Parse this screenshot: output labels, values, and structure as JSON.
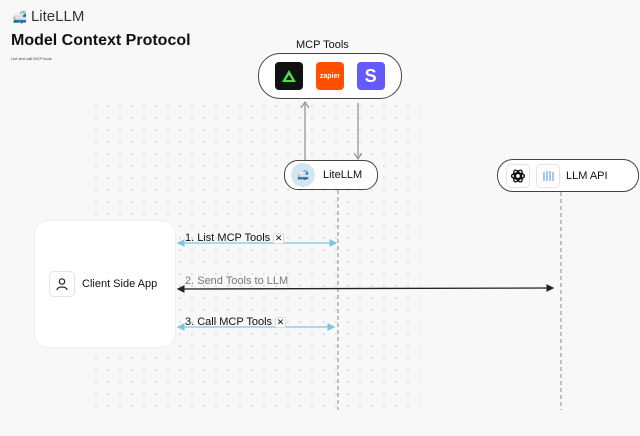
{
  "brand": {
    "name": "LiteLLM",
    "icon": "train-logo-icon"
  },
  "header": {
    "title": "Model Context Protocol",
    "subtitle": "List and call MCP tools"
  },
  "mcp_tools": {
    "label": "MCP Tools",
    "tools": [
      {
        "icon": "triangle-logo-icon",
        "color": "#111111"
      },
      {
        "name": "zapier",
        "color": "#ff4f00"
      },
      {
        "name": "S",
        "color": "#635bff"
      }
    ]
  },
  "nodes": {
    "litellm": "LiteLLM",
    "llm_api": "LLM API",
    "client": "Client Side App"
  },
  "messages": [
    {
      "label": "1. List MCP Tools",
      "icon": "tools-icon",
      "color": "#7cc4e4"
    },
    {
      "label": "2. Send Tools to LLM",
      "color": "#222222"
    },
    {
      "label": "3. Call MCP Tools",
      "icon": "tools-icon",
      "color": "#7cc4e4"
    }
  ]
}
